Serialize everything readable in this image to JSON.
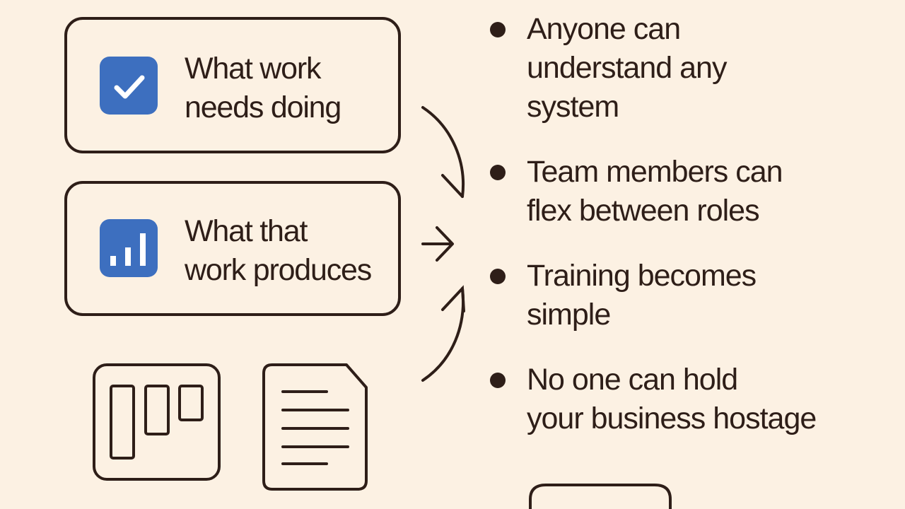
{
  "cards": [
    {
      "label": "What work\nneeds doing",
      "icon": "checkbox-icon"
    },
    {
      "label": "What that\nwork produces",
      "icon": "bar-chart-icon"
    }
  ],
  "bottom_icons": [
    "kanban-board-icon",
    "document-icon"
  ],
  "benefits": [
    "Anyone can\nunderstand any\nsystem",
    "Team members can\nflex between roles",
    "Training becomes\nsimple",
    "No one can hold\nyour business hostage"
  ],
  "colors": {
    "background": "#fcf1e3",
    "ink": "#2e1e18",
    "accent": "#3d6fbf"
  }
}
